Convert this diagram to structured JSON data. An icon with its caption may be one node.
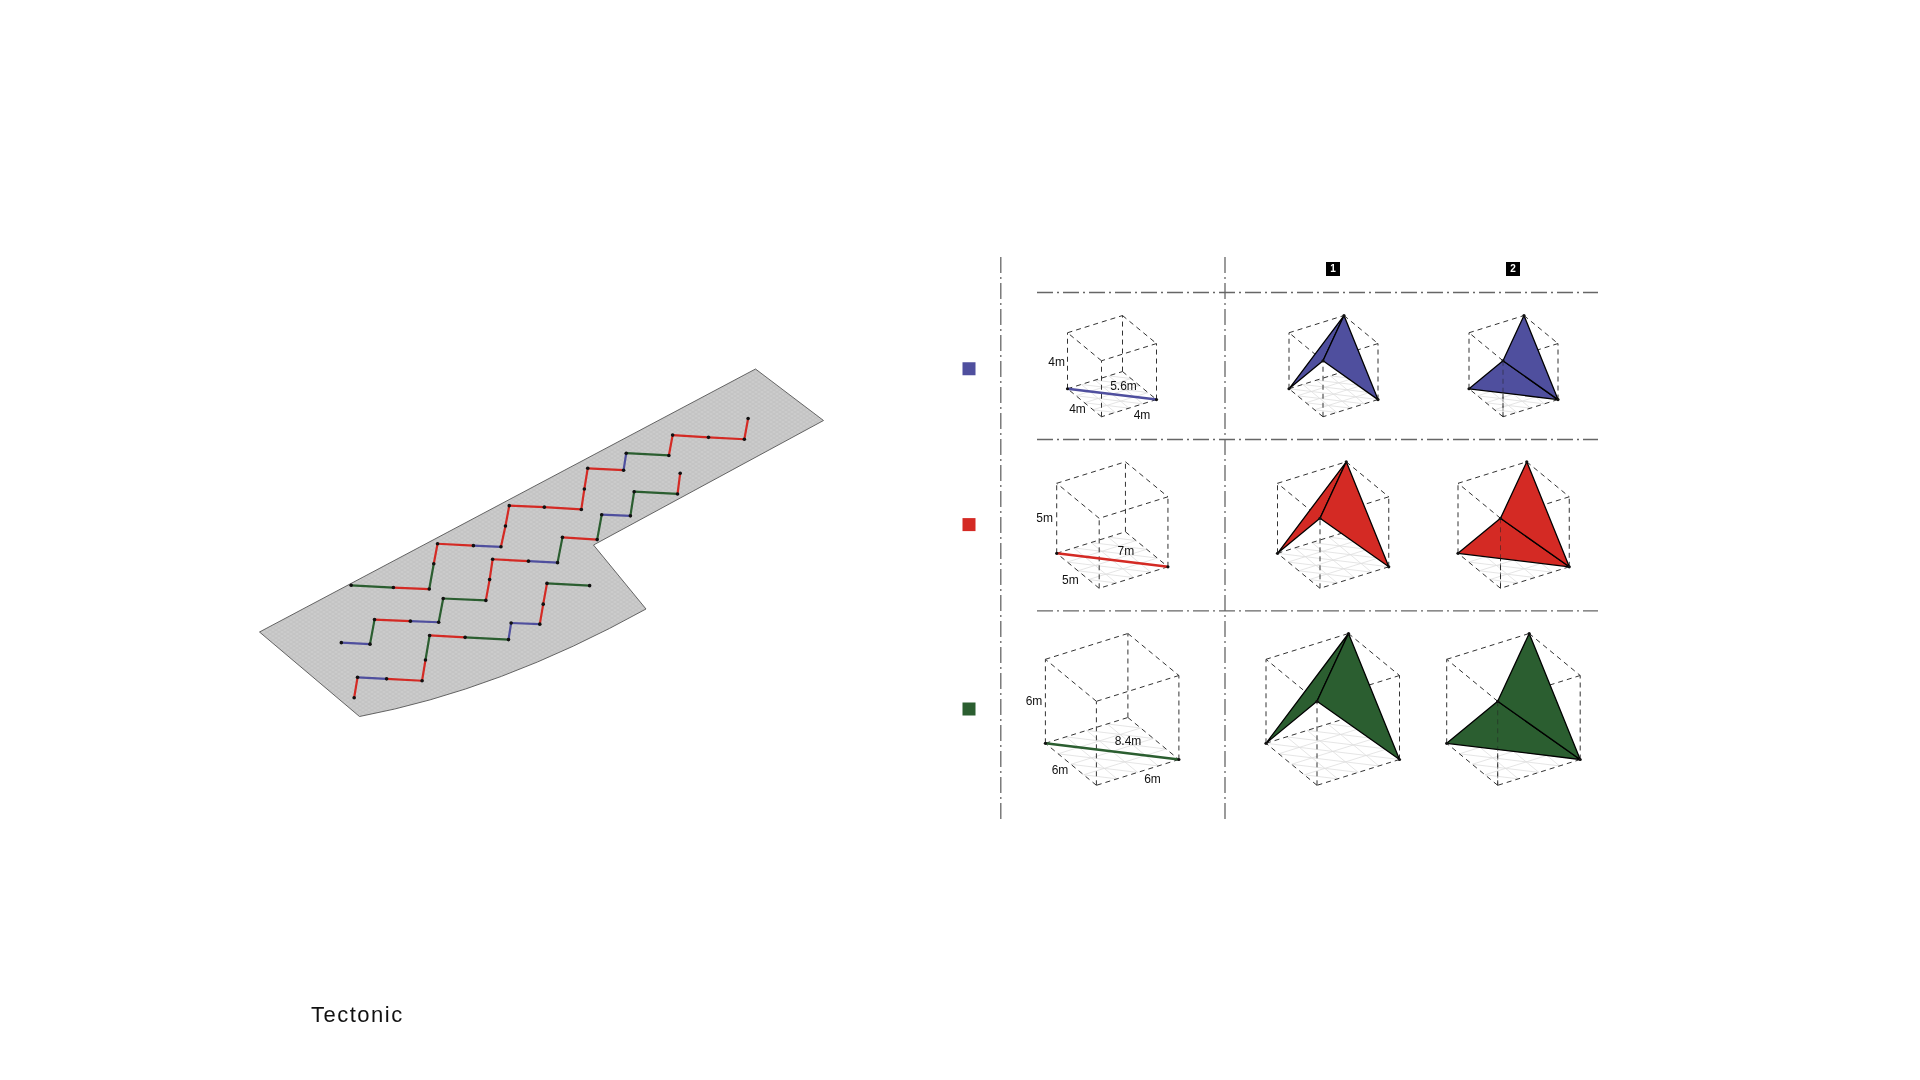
{
  "diagram": {
    "caption": "Tectonic",
    "nodes": [
      {
        "text": [
          "1"
        ]
      },
      {
        "text": [
          "2"
        ]
      }
    ],
    "labels": [
      "4m",
      "5.6m",
      "4m",
      "4m",
      "5m",
      "7m",
      "5m",
      "6m",
      "8.4m",
      "6m",
      "6m"
    ]
  }
}
